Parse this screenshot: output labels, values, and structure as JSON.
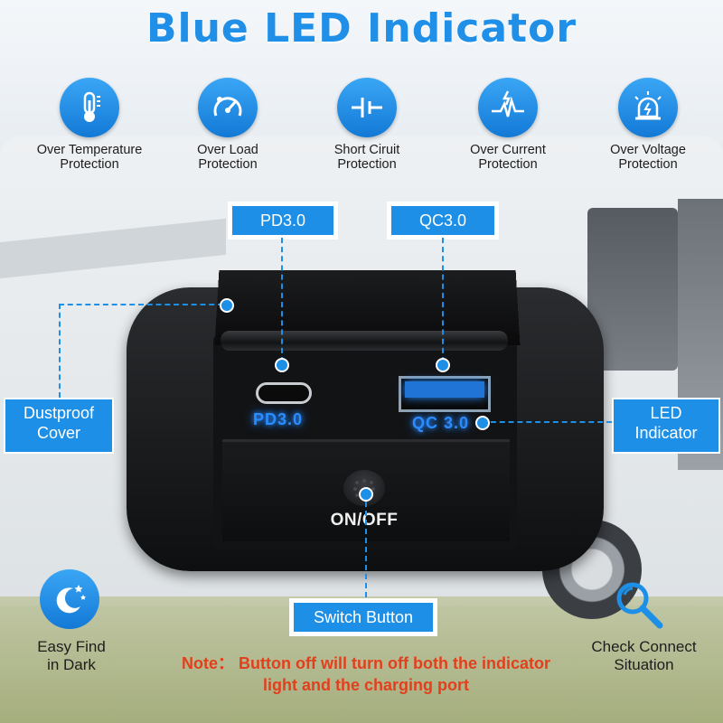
{
  "title": "Blue LED Indicator",
  "features": [
    {
      "icon": "thermometer-icon",
      "label": "Over Temperature\nProtection"
    },
    {
      "icon": "gauge-icon",
      "label": "Over Load\nProtection"
    },
    {
      "icon": "short-circuit-icon",
      "label": "Short Ciruit\nProtection"
    },
    {
      "icon": "current-wave-icon",
      "label": "Over Current\nProtection"
    },
    {
      "icon": "voltage-light-icon",
      "label": "Over Voltage\nProtection"
    }
  ],
  "tags": {
    "pd": "PD3.0",
    "qc": "QC3.0",
    "dustproof": "Dustproof\nCover",
    "led": "LED\nIndicator",
    "switch": "Switch Button"
  },
  "device": {
    "pd_label": "PD3.0",
    "qc_label": "QC 3.0",
    "onoff": "ON/OFF"
  },
  "bottom": {
    "easy": "Easy Find\nin Dark",
    "check": "Check Connect\nSituation",
    "note": "Note： Button off will turn off both the indicator light and the charging port"
  },
  "colors": {
    "accent": "#1e8fe6",
    "note": "#e2401d"
  }
}
